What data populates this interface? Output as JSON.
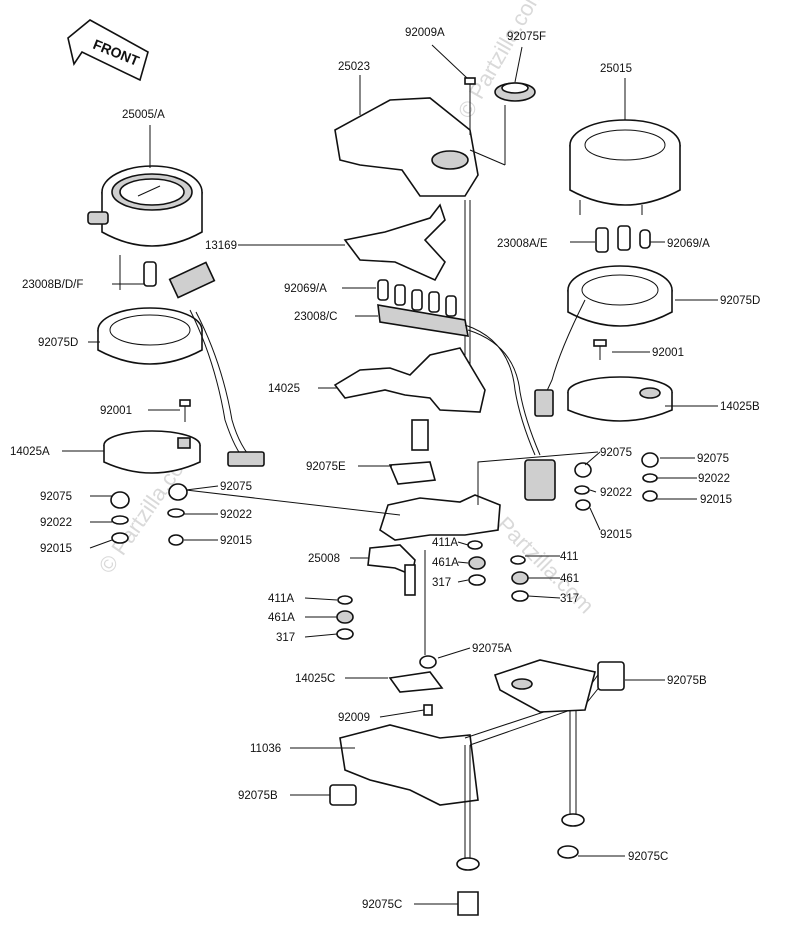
{
  "front_arrow": "FRONT",
  "watermark": "© Partzilla.com",
  "labels": {
    "p92009A": "92009A",
    "p92075F": "92075F",
    "p25023": "25023",
    "p25015": "25015",
    "p25005A": "25005/A",
    "p13169": "13169",
    "p23008AE": "23008A/E",
    "p92069A_r": "92069/A",
    "p23008BDF": "23008B/D/F",
    "p92069A_l": "92069/A",
    "p23008C": "23008/C",
    "p92075D_r": "92075D",
    "p92075D_l": "92075D",
    "p92001_r": "92001",
    "p14025": "14025",
    "p14025B": "14025B",
    "p92001_l": "92001",
    "p14025A": "14025A",
    "p92075_c": "92075",
    "p92075_r": "92075",
    "p92075E": "92075E",
    "p92022_r1": "92022",
    "p92075_l": "92075",
    "p92075_m": "92075",
    "p92022_r2": "92022",
    "p92015_r1": "92015",
    "p92022_l": "92022",
    "p92022_m": "92022",
    "p92015_r2": "92015",
    "p92015_l": "92015",
    "p92015_m": "92015",
    "p411A_c": "411A",
    "p25008": "25008",
    "p411_r": "411",
    "p461A_c": "461A",
    "p461_r": "461",
    "p317_c": "317",
    "p317_r": "317",
    "p411A_l": "411A",
    "p461A_l": "461A",
    "p317_l": "317",
    "p92075A": "92075A",
    "p14025C": "14025C",
    "p92075B_r": "92075B",
    "p92009": "92009",
    "p11036": "11036",
    "p92075B_l": "92075B",
    "p92075C_r": "92075C",
    "p92075C_b": "92075C"
  }
}
